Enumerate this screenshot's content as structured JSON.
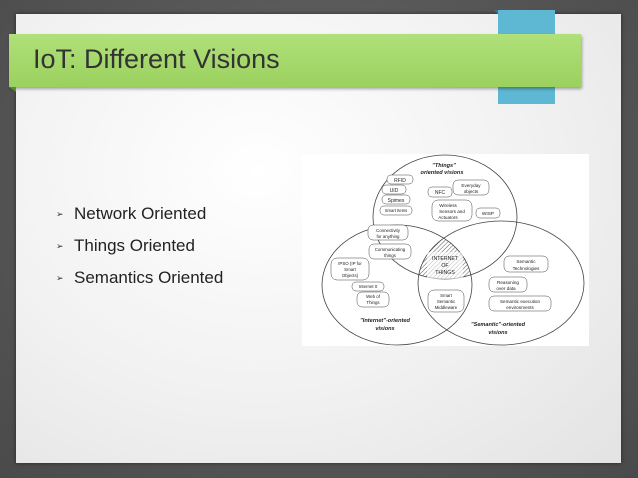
{
  "slide": {
    "title": "IoT: Different Visions",
    "bullets": [
      "Network Oriented",
      "Things Oriented",
      "Semantics Oriented"
    ]
  },
  "colors": {
    "title_bar": "#9bd15f",
    "accent_square": "#5fb8d3",
    "frame": "#5a5a5a"
  },
  "diagram": {
    "things_title_1": "\"Things\"",
    "things_title_2": "oriented visions",
    "internet_title_1": "\"Internet\"-oriented",
    "internet_title_2": "visions",
    "semantic_title_1": "\"Semantic\"-oriented",
    "semantic_title_2": "visions",
    "center_1": "INTERNET",
    "center_2": "OF",
    "center_3": "THINGS",
    "rfid": "RFID",
    "uid": "UID",
    "spimes": "Spimes",
    "smart_items": "Smart Items",
    "nfc": "NFC",
    "everyday_1": "Everyday",
    "everyday_2": "objects",
    "wireless_1": "Wireless",
    "wireless_2": "Sensors and",
    "wireless_3": "Actuators",
    "wisp": "WISP",
    "connectivity_1": "Connectivity",
    "connectivity_2": "for anything",
    "communicating_1": "Communicating",
    "communicating_2": "things",
    "ipso_1": "IPSO (IP for",
    "ipso_2": "Smart",
    "ipso_3": "Objects)",
    "internet0": "Internet 0",
    "web_1": "Web of",
    "web_2": "Things",
    "smart_mw_1": "Smart",
    "smart_mw_2": "Semantic",
    "smart_mw_3": "Middleware",
    "semtech_1": "Semantic",
    "semtech_2": "Technologies",
    "reasoning_1": "Reasoning",
    "reasoning_2": "over data",
    "exec_1": "Semantic execution",
    "exec_2": "environments"
  }
}
